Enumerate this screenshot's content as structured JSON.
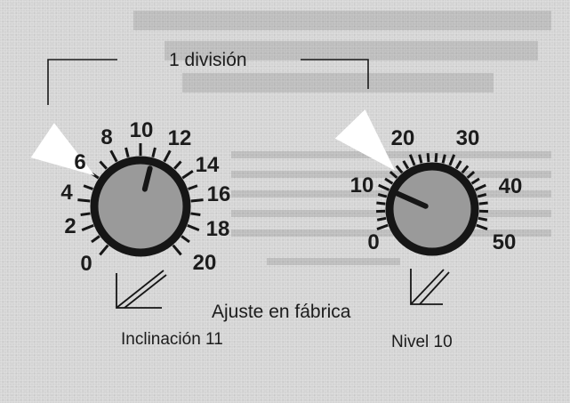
{
  "division_label": "1 división",
  "factory_setting_label": "Ajuste en fábrica",
  "tilt_dial": {
    "caption": "Inclinación 11",
    "scale": [
      "0",
      "2",
      "4",
      "6",
      "8",
      "10",
      "12",
      "14",
      "16",
      "18",
      "20"
    ],
    "setting": 11
  },
  "level_dial": {
    "caption": "Nivel 10",
    "scale": [
      "0",
      "10",
      "20",
      "30",
      "40",
      "50"
    ],
    "setting": 10
  },
  "colors": {
    "background": "#d4d4d4",
    "knob_rim": "#161616",
    "knob_face": "#9a9a9a",
    "pointer_wedge": "#ffffff"
  }
}
